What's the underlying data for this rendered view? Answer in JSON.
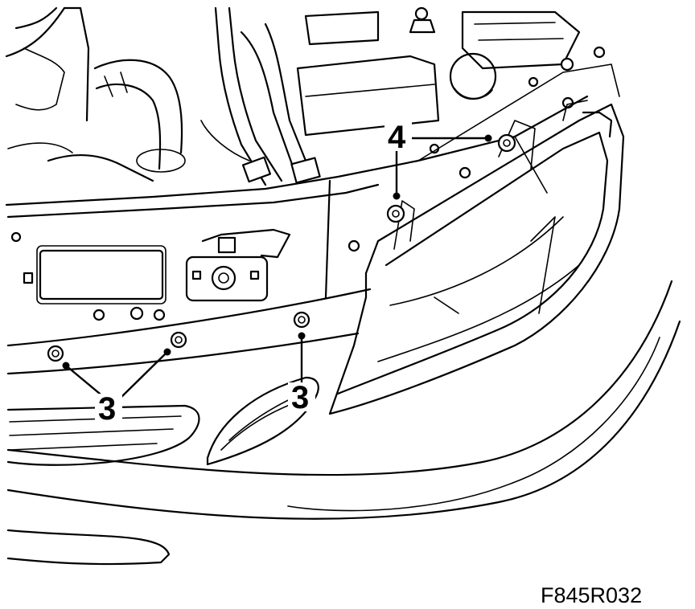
{
  "diagram": {
    "callouts": {
      "fastener_3": "3",
      "fastener_4": "4"
    },
    "figure_code": "F845R032"
  }
}
